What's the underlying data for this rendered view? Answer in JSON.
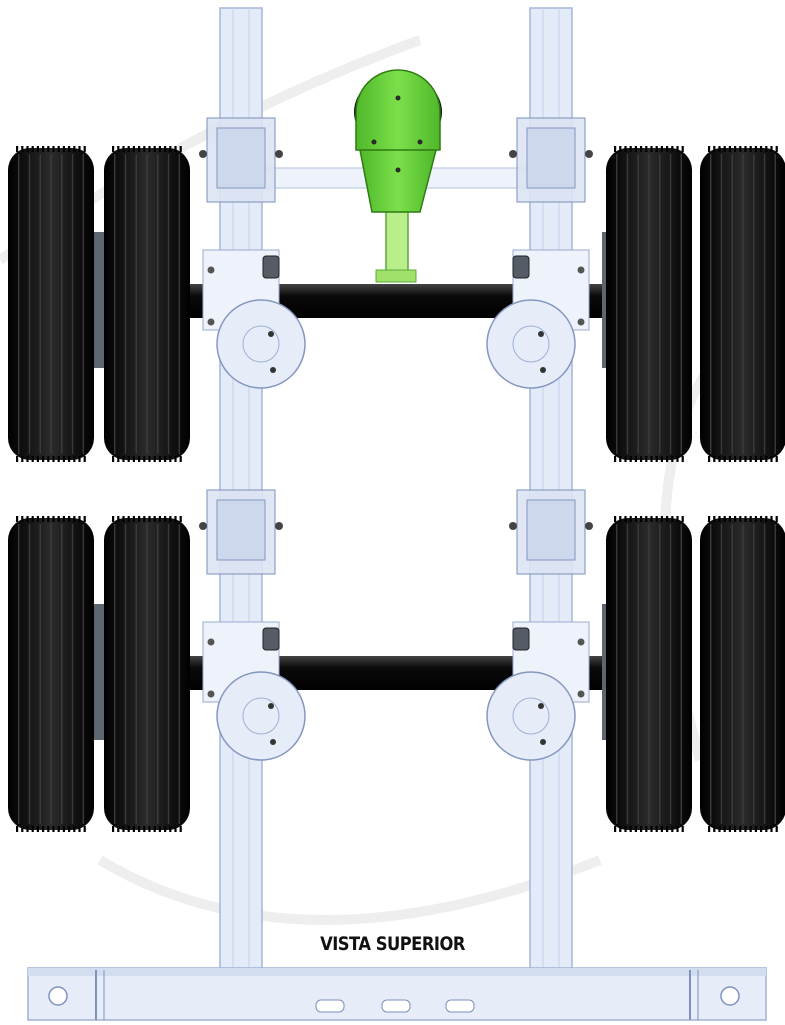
{
  "caption": {
    "text": "VISTA SUPERIOR"
  },
  "colors": {
    "tire": "#1a1a1a",
    "tire_tread": "#3a3a3a",
    "frame": "#dfe8f8",
    "frame_stroke": "#9fb2d6",
    "axle": "#111111",
    "hitch": "#6cd43a",
    "hitch_dark": "#3d8f1f",
    "drum": "#e8eef9",
    "bracket": "#c9d3e4"
  },
  "view": {
    "axles": 2,
    "wheels_per_side": 2,
    "view_type": "top-view"
  }
}
